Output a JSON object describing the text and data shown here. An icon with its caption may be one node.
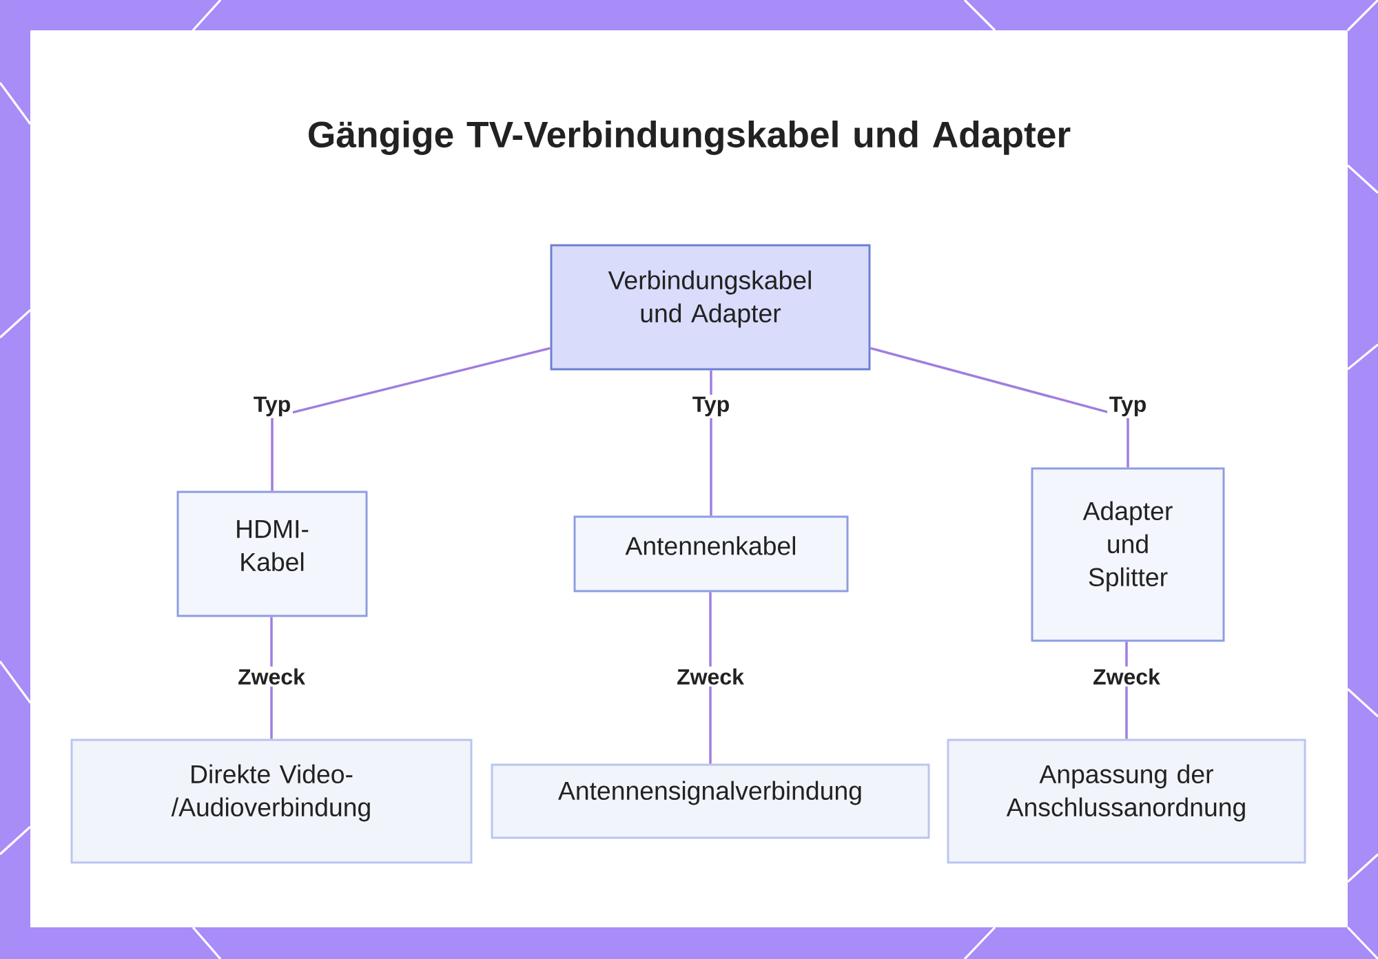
{
  "diagram": {
    "title": "Gängige TV-Verbindungskabel und Adapter",
    "nodes": [
      {
        "text": [
          "Verbindungskabel und Adapter"
        ]
      },
      {
        "text": [
          "HDMI-Kabel"
        ]
      },
      {
        "text": [
          "Antennenkabel"
        ]
      },
      {
        "text": [
          "Adapter und Splitter"
        ]
      },
      {
        "text": [
          "Direkte Video-/Audioverbindung"
        ]
      },
      {
        "text": [
          "Antennensignalverbindung"
        ]
      },
      {
        "text": [
          "Anpassung der Anschlussanordnung"
        ]
      }
    ],
    "edges": [
      {
        "from": 0,
        "to": 1,
        "arrow": "none",
        "label": "Typ"
      },
      {
        "from": 0,
        "to": 2,
        "arrow": "none",
        "label": "Typ"
      },
      {
        "from": 0,
        "to": 3,
        "arrow": "none",
        "label": "Typ"
      },
      {
        "from": 1,
        "to": 4,
        "arrow": "none",
        "label": "Zweck"
      },
      {
        "from": 2,
        "to": 5,
        "arrow": "none",
        "label": "Zweck"
      },
      {
        "from": 3,
        "to": 6,
        "arrow": "none",
        "label": "Zweck"
      }
    ]
  }
}
